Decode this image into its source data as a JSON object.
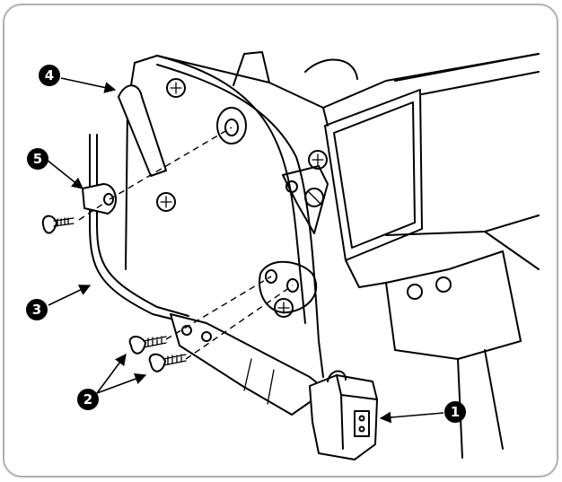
{
  "callouts": [
    {
      "id": "callout-1",
      "label": "1"
    },
    {
      "id": "callout-2",
      "label": "2"
    },
    {
      "id": "callout-3",
      "label": "3"
    },
    {
      "id": "callout-4",
      "label": "4"
    },
    {
      "id": "callout-5",
      "label": "5"
    }
  ],
  "colors": {
    "ink": "#000000",
    "paper": "#ffffff",
    "frame": "#b0b0b0"
  }
}
